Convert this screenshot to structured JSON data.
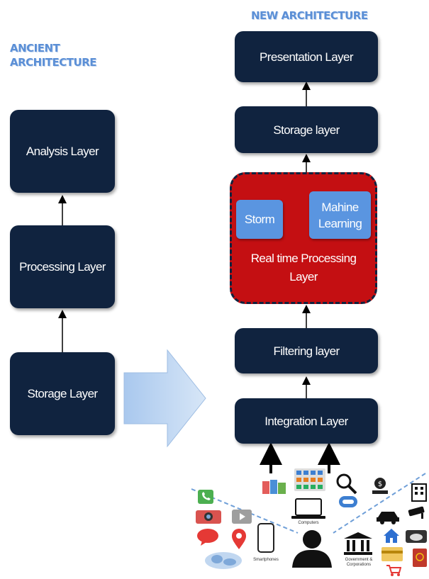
{
  "headings": {
    "ancient_line1": "ANCIENT",
    "ancient_line2": "ARCHITECTURE",
    "new": "NEW ARCHITECTURE"
  },
  "ancient_layers": {
    "analysis": "Analysis Layer",
    "processing": "Processing Layer",
    "storage": "Storage Layer"
  },
  "new_layers": {
    "presentation": "Presentation Layer",
    "storage": "Storage layer",
    "realtime_line1": "Real time Processing",
    "realtime_line2": "Layer",
    "storm": "Storm",
    "ml_line1": "Mahine",
    "ml_line2": "Learning",
    "filtering": "Filtering layer",
    "integration": "Integration  Layer"
  },
  "sources": {
    "computers": "Computers",
    "smartphones": "Smartphones",
    "gov_line1": "Government &",
    "gov_line2": "Corporations"
  },
  "colors": {
    "layer": "#10233f",
    "realtime": "#c40f12",
    "inner_box": "#5a95e0",
    "heading": "#5b8fd6",
    "big_arrow": "#bcd5f2"
  }
}
